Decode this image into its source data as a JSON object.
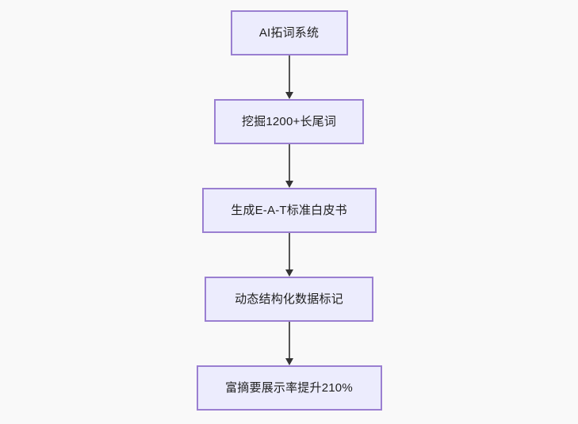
{
  "diagram": {
    "type": "flowchart",
    "direction": "top-to-bottom",
    "background_color": "#f9f9f9",
    "node_fill_color": "#ececfd",
    "node_border_color": "#9a7fd1",
    "node_text_color": "#1f1f1f",
    "connector_color": "#555555",
    "arrowhead_color": "#333333",
    "nodes": [
      {
        "id": "node-0",
        "label": "AI拓词系统"
      },
      {
        "id": "node-1",
        "label": "挖掘1200+长尾词"
      },
      {
        "id": "node-2",
        "label": "生成E-A-T标准白皮书"
      },
      {
        "id": "node-3",
        "label": "动态结构化数据标记"
      },
      {
        "id": "node-4",
        "label": "富摘要展示率提升210%"
      }
    ],
    "edges": [
      {
        "from": "node-0",
        "to": "node-1",
        "label": ""
      },
      {
        "from": "node-1",
        "to": "node-2",
        "label": ""
      },
      {
        "from": "node-2",
        "to": "node-3",
        "label": ""
      },
      {
        "from": "node-3",
        "to": "node-4",
        "label": ""
      }
    ]
  }
}
